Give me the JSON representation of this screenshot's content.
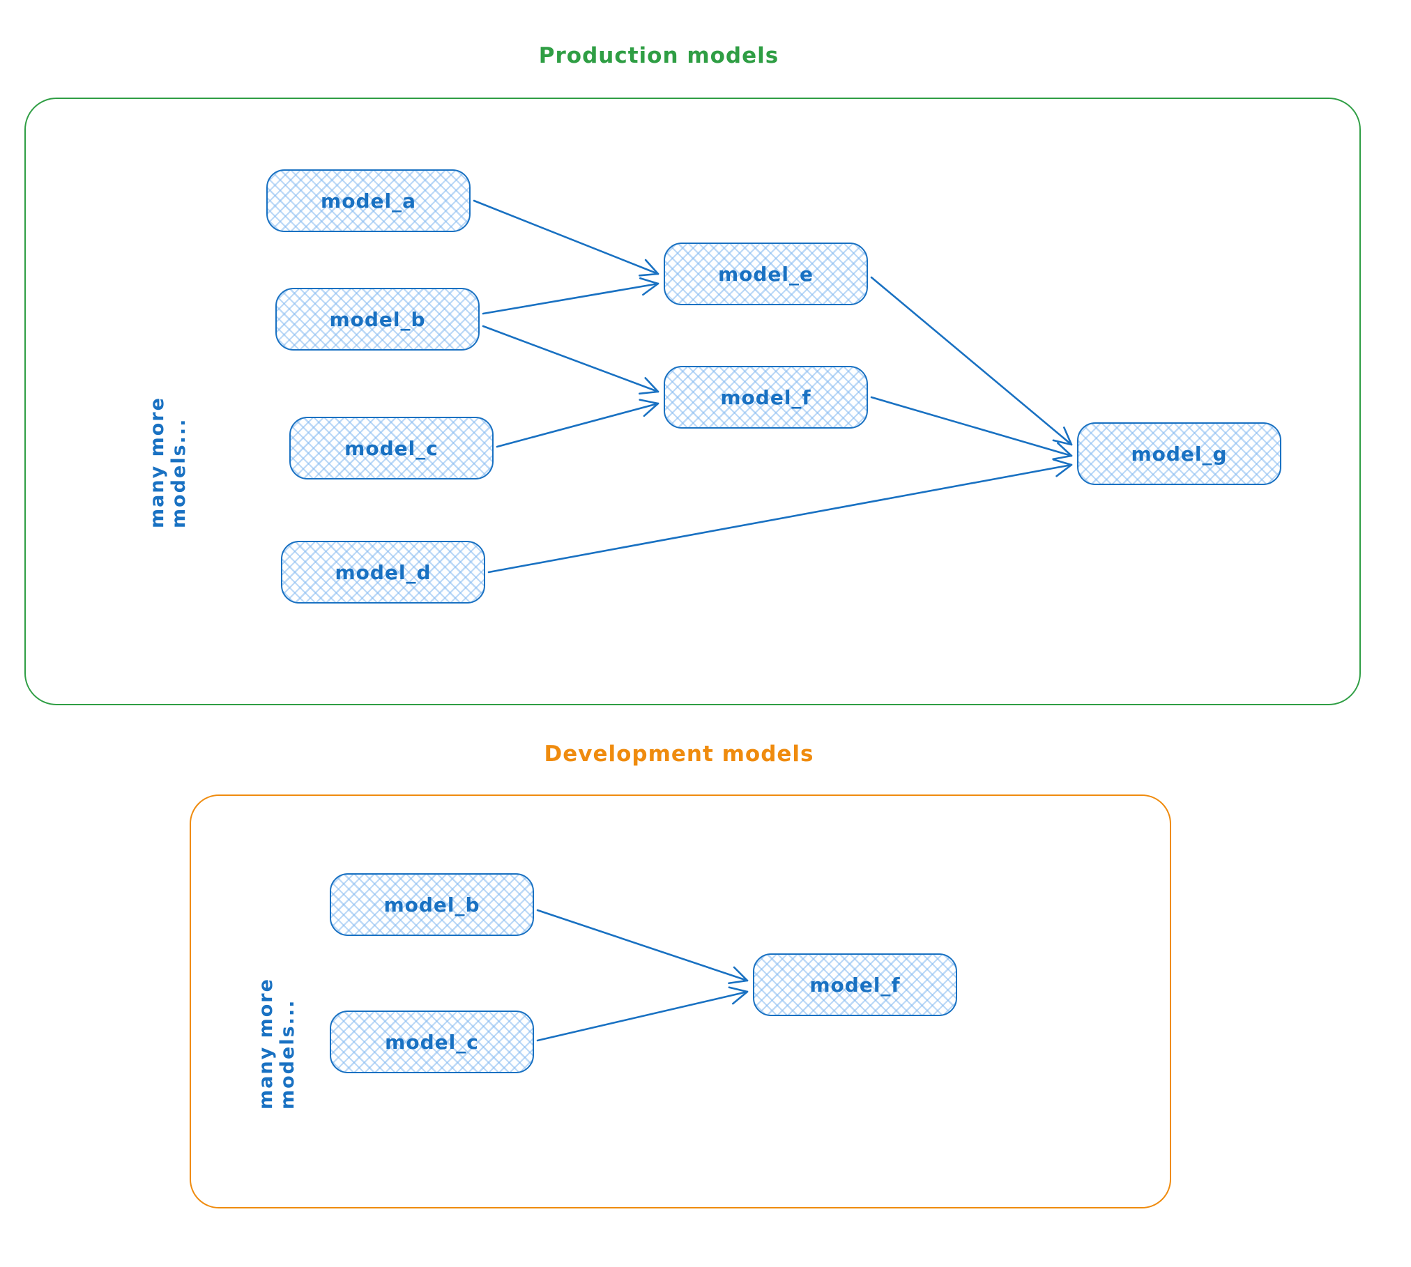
{
  "colors": {
    "green": "#2f9e44",
    "orange": "#ef8b0e",
    "blue": "#1971c2",
    "hatch": "rgba(133,186,240,0.55)"
  },
  "production": {
    "title": "Production models",
    "side_label": "many more models...",
    "nodes": [
      {
        "id": "p-a",
        "label": "model_a"
      },
      {
        "id": "p-b",
        "label": "model_b"
      },
      {
        "id": "p-c",
        "label": "model_c"
      },
      {
        "id": "p-d",
        "label": "model_d"
      },
      {
        "id": "p-e",
        "label": "model_e"
      },
      {
        "id": "p-f",
        "label": "model_f"
      },
      {
        "id": "p-g",
        "label": "model_g"
      }
    ],
    "edges": [
      {
        "from": "p-a",
        "to": "p-e",
        "from_dy": 0,
        "to_dy": 0
      },
      {
        "from": "p-b",
        "to": "p-e",
        "from_dy": -8,
        "to_dy": 14
      },
      {
        "from": "p-b",
        "to": "p-f",
        "from_dy": 10,
        "to_dy": -8
      },
      {
        "from": "p-c",
        "to": "p-f",
        "from_dy": -2,
        "to_dy": 9
      },
      {
        "from": "p-e",
        "to": "p-g",
        "from_dy": 5,
        "to_dy": -13
      },
      {
        "from": "p-f",
        "to": "p-g",
        "from_dy": 0,
        "to_dy": 3
      },
      {
        "from": "p-d",
        "to": "p-g",
        "from_dy": 0,
        "to_dy": 16
      }
    ]
  },
  "development": {
    "title": "Development models",
    "side_label": "many more models...",
    "nodes": [
      {
        "id": "d-b",
        "label": "model_b"
      },
      {
        "id": "d-c",
        "label": "model_c"
      },
      {
        "id": "d-f",
        "label": "model_f"
      }
    ],
    "edges": [
      {
        "from": "d-b",
        "to": "d-f",
        "from_dy": 8,
        "to_dy": -6
      },
      {
        "from": "d-c",
        "to": "d-f",
        "from_dy": -2,
        "to_dy": 10
      }
    ]
  }
}
